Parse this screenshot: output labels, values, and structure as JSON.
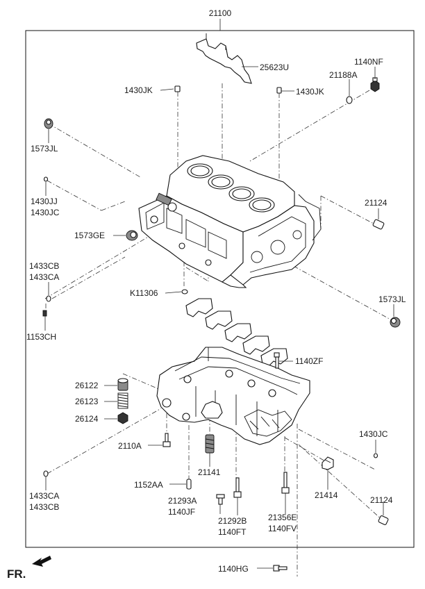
{
  "labels": {
    "assembly": "21100",
    "gasket": "25623U",
    "plug_nf": "1140NF",
    "washer": "21188A",
    "bolt_jk_left": "1430JK",
    "bolt_jk_right": "1430JK",
    "plug_jl_top": "1573JL",
    "plug_jj": "1430JJ",
    "plug_jc_top": "1430JC",
    "dowel_top": "21124",
    "plug_ge": "1573GE",
    "plug_cb_top": "1433CB",
    "plug_ca_top": "1433CA",
    "pin_ch": "1153CH",
    "oring": "K11306",
    "plug_jl_right": "1573JL",
    "bolt_zf": "1140ZF",
    "valve_cap": "26122",
    "spring": "26123",
    "plug_relief": "26124",
    "bolt_110a": "2110A",
    "plug_jc_right": "1430JC",
    "jet_spring": "21141",
    "pin_aa": "1152AA",
    "bracket": "21414",
    "dowel_bottom": "21124",
    "plug_ca_bottom": "1433CA",
    "plug_cb_bottom": "1433CB",
    "nozzle": "21293A",
    "bolt_jf": "1140JF",
    "bolt_292b": "21292B",
    "bolt_ft": "1140FT",
    "bolt_356e": "21356E",
    "bolt_fv": "1140FV",
    "bolt_hg": "1140HG",
    "front_marker": "FR."
  }
}
